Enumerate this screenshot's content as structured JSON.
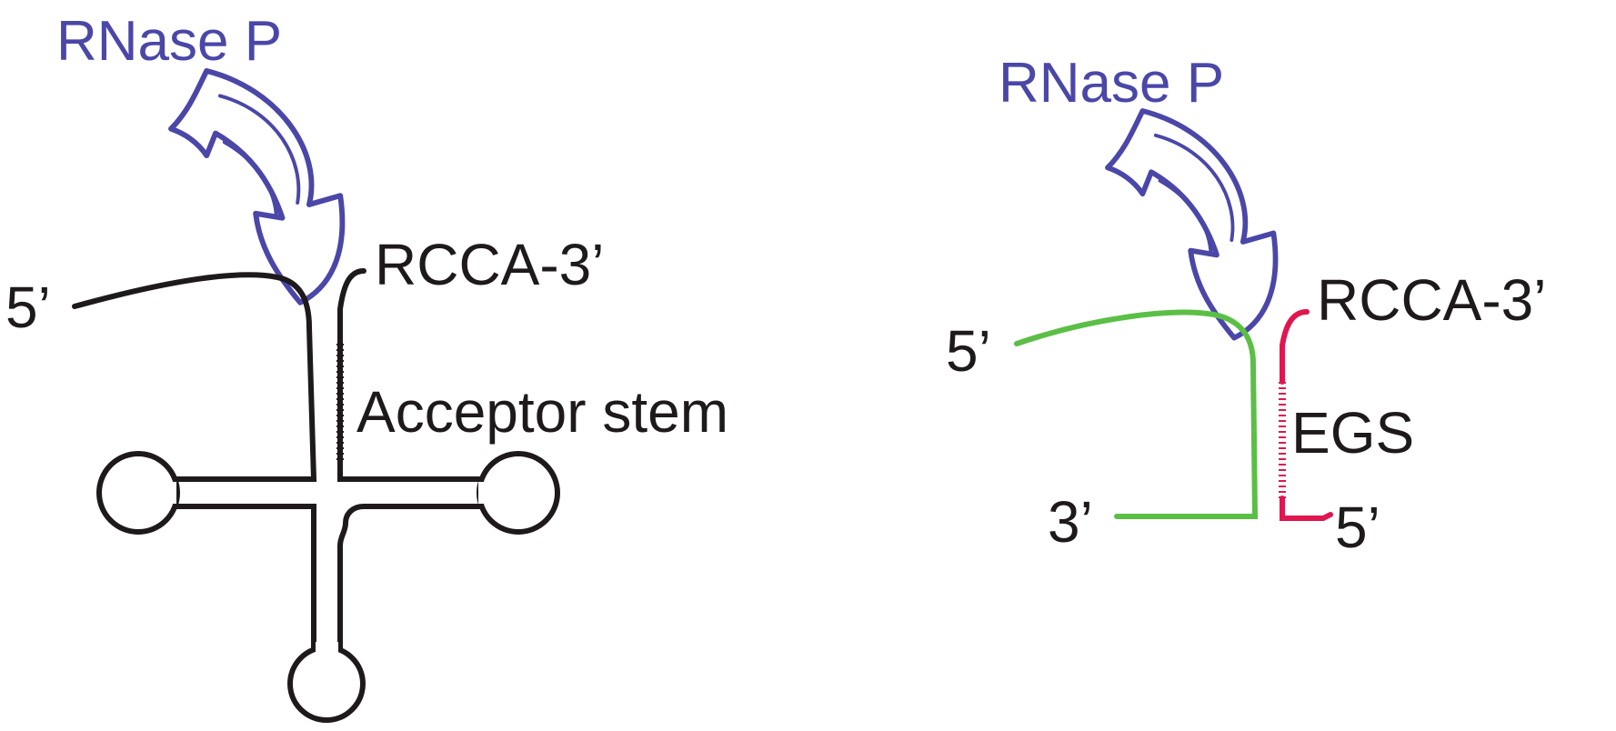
{
  "colors": {
    "ink": "#1e1a1c",
    "enzyme": "#4a47a8",
    "substrate": "#5bbf46",
    "guide": "#e0174e",
    "background": "#ffffff"
  },
  "icons": {
    "cleavage_arrow": "lightning-arrow-icon",
    "loop": "circle-loop-icon"
  },
  "left_panel": {
    "enzyme_label": "RNase P",
    "five_prime_label": "5’",
    "three_prime_end_label": "RCCA-3’",
    "stem_label": "Acceptor stem"
  },
  "right_panel": {
    "enzyme_label": "RNase P",
    "substrate_five_prime_label": "5’",
    "guide_three_prime_end_label": "RCCA-3’",
    "guide_label": "EGS",
    "substrate_three_prime_label": "3’",
    "guide_five_prime_label": "5’"
  }
}
